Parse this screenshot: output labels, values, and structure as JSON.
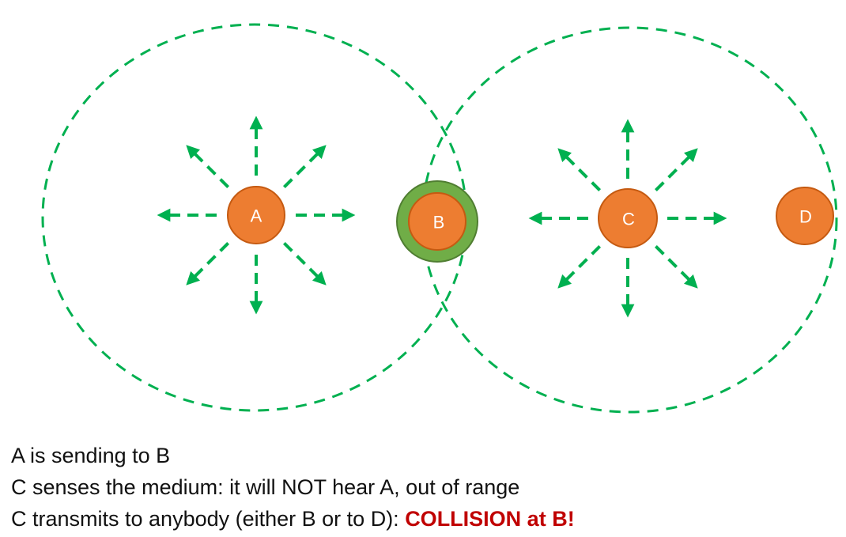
{
  "colors": {
    "range_circle": "#00b050",
    "arrow": "#00b050",
    "node_fill": "#ed7d31",
    "node_stroke": "#c55a11",
    "receiver_ring": "#70ad47",
    "collision_text": "#c00000"
  },
  "nodes": [
    {
      "id": "A",
      "label": "A",
      "role": "sender"
    },
    {
      "id": "B",
      "label": "B",
      "role": "receiver"
    },
    {
      "id": "C",
      "label": "C",
      "role": "sender"
    },
    {
      "id": "D",
      "label": "D",
      "role": "receiver"
    }
  ],
  "caption": {
    "line1": "A is sending to B",
    "line2": "C senses the medium: it will NOT hear A, out of range",
    "line3_prefix": "C transmits to anybody (either B or to D): ",
    "line3_highlight": "COLLISION at B!"
  }
}
